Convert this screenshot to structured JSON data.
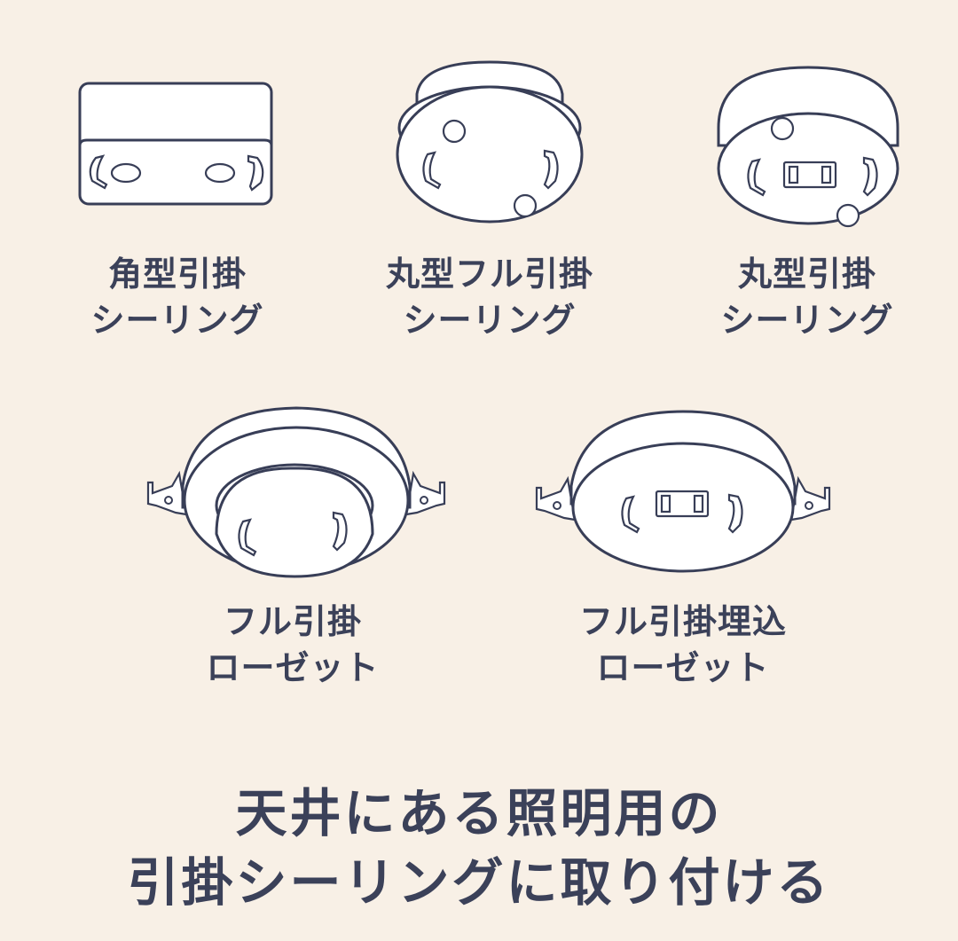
{
  "colors": {
    "background": "#f8f0e6",
    "line": "#383e57",
    "text": "#3b4159",
    "fill": "#ffffff"
  },
  "items": [
    {
      "id": "square",
      "lines": [
        "角型引掛",
        "シーリング"
      ],
      "icon": "square-hook-ceiling-icon"
    },
    {
      "id": "round-full",
      "lines": [
        "丸型フル引掛",
        "シーリング"
      ],
      "icon": "round-full-hook-ceiling-icon"
    },
    {
      "id": "round",
      "lines": [
        "丸型引掛",
        "シーリング"
      ],
      "icon": "round-hook-ceiling-icon"
    },
    {
      "id": "full-rosette",
      "lines": [
        "フル引掛",
        "ローゼット"
      ],
      "icon": "full-hook-rosette-icon"
    },
    {
      "id": "full-embedded-rosette",
      "lines": [
        "フル引掛埋込",
        "ローゼット"
      ],
      "icon": "full-hook-embedded-rosette-icon"
    }
  ],
  "headline": {
    "line1": "天井にある照明用の",
    "line2": "引掛シーリングに取り付ける"
  }
}
